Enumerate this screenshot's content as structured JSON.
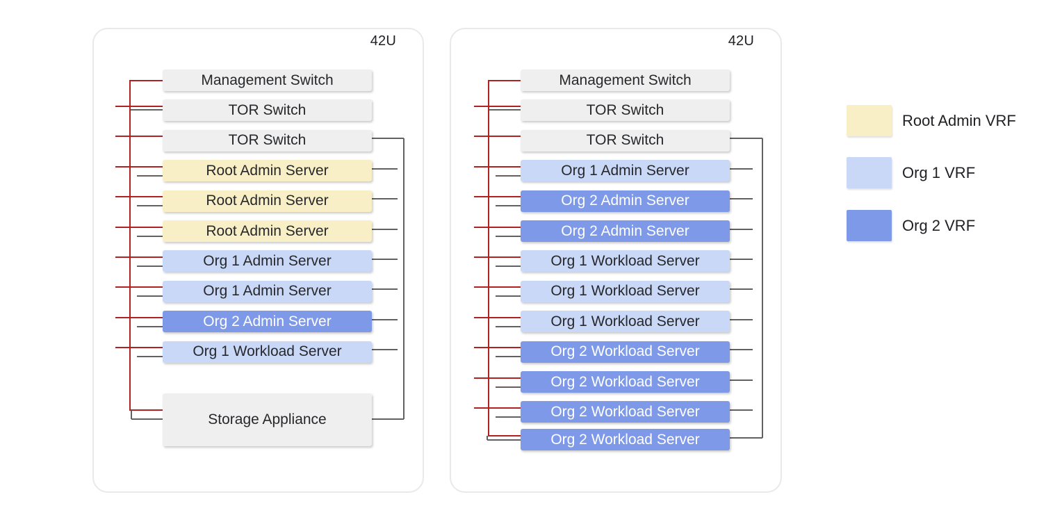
{
  "racks": [
    {
      "size_label": "42U",
      "rows": [
        {
          "label": "Management Switch",
          "vrf": "none"
        },
        {
          "label": "TOR Switch",
          "vrf": "none"
        },
        {
          "label": "TOR Switch",
          "vrf": "none"
        },
        {
          "label": "Root Admin Server",
          "vrf": "root"
        },
        {
          "label": "Root Admin Server",
          "vrf": "root"
        },
        {
          "label": "Root Admin Server",
          "vrf": "root"
        },
        {
          "label": "Org 1 Admin Server",
          "vrf": "org1"
        },
        {
          "label": "Org 1 Admin Server",
          "vrf": "org1"
        },
        {
          "label": "Org 2 Admin Server",
          "vrf": "org2"
        },
        {
          "label": "Org 1 Workload Server",
          "vrf": "org1"
        },
        {
          "label": "Storage Appliance",
          "vrf": "none",
          "tall": true
        }
      ]
    },
    {
      "size_label": "42U",
      "rows": [
        {
          "label": "Management Switch",
          "vrf": "none"
        },
        {
          "label": "TOR Switch",
          "vrf": "none"
        },
        {
          "label": "TOR Switch",
          "vrf": "none"
        },
        {
          "label": "Org 1 Admin Server",
          "vrf": "org1"
        },
        {
          "label": "Org 2 Admin Server",
          "vrf": "org2"
        },
        {
          "label": "Org 2 Admin Server",
          "vrf": "org2"
        },
        {
          "label": "Org 1 Workload Server",
          "vrf": "org1"
        },
        {
          "label": "Org 1 Workload Server",
          "vrf": "org1"
        },
        {
          "label": "Org 1 Workload Server",
          "vrf": "org1"
        },
        {
          "label": "Org 2 Workload Server",
          "vrf": "org2"
        },
        {
          "label": "Org 2 Workload Server",
          "vrf": "org2"
        },
        {
          "label": "Org 2 Workload Server",
          "vrf": "org2"
        },
        {
          "label": "Org 2 Workload Server",
          "vrf": "org2"
        }
      ]
    }
  ],
  "legend": {
    "items": [
      {
        "label": "Root Admin VRF",
        "color": "#f9efc7"
      },
      {
        "label": "Org 1 VRF",
        "color": "#c9d8f7"
      },
      {
        "label": "Org 2 VRF",
        "color": "#7d99e8"
      }
    ]
  },
  "colors": {
    "management_network_line": "#b02121",
    "data_network_line": "#616161",
    "neutral_box": "#efefef",
    "box_text": "#27282b",
    "box_text_inverse": "#ffffff",
    "rack_border": "#e9e9eb"
  }
}
